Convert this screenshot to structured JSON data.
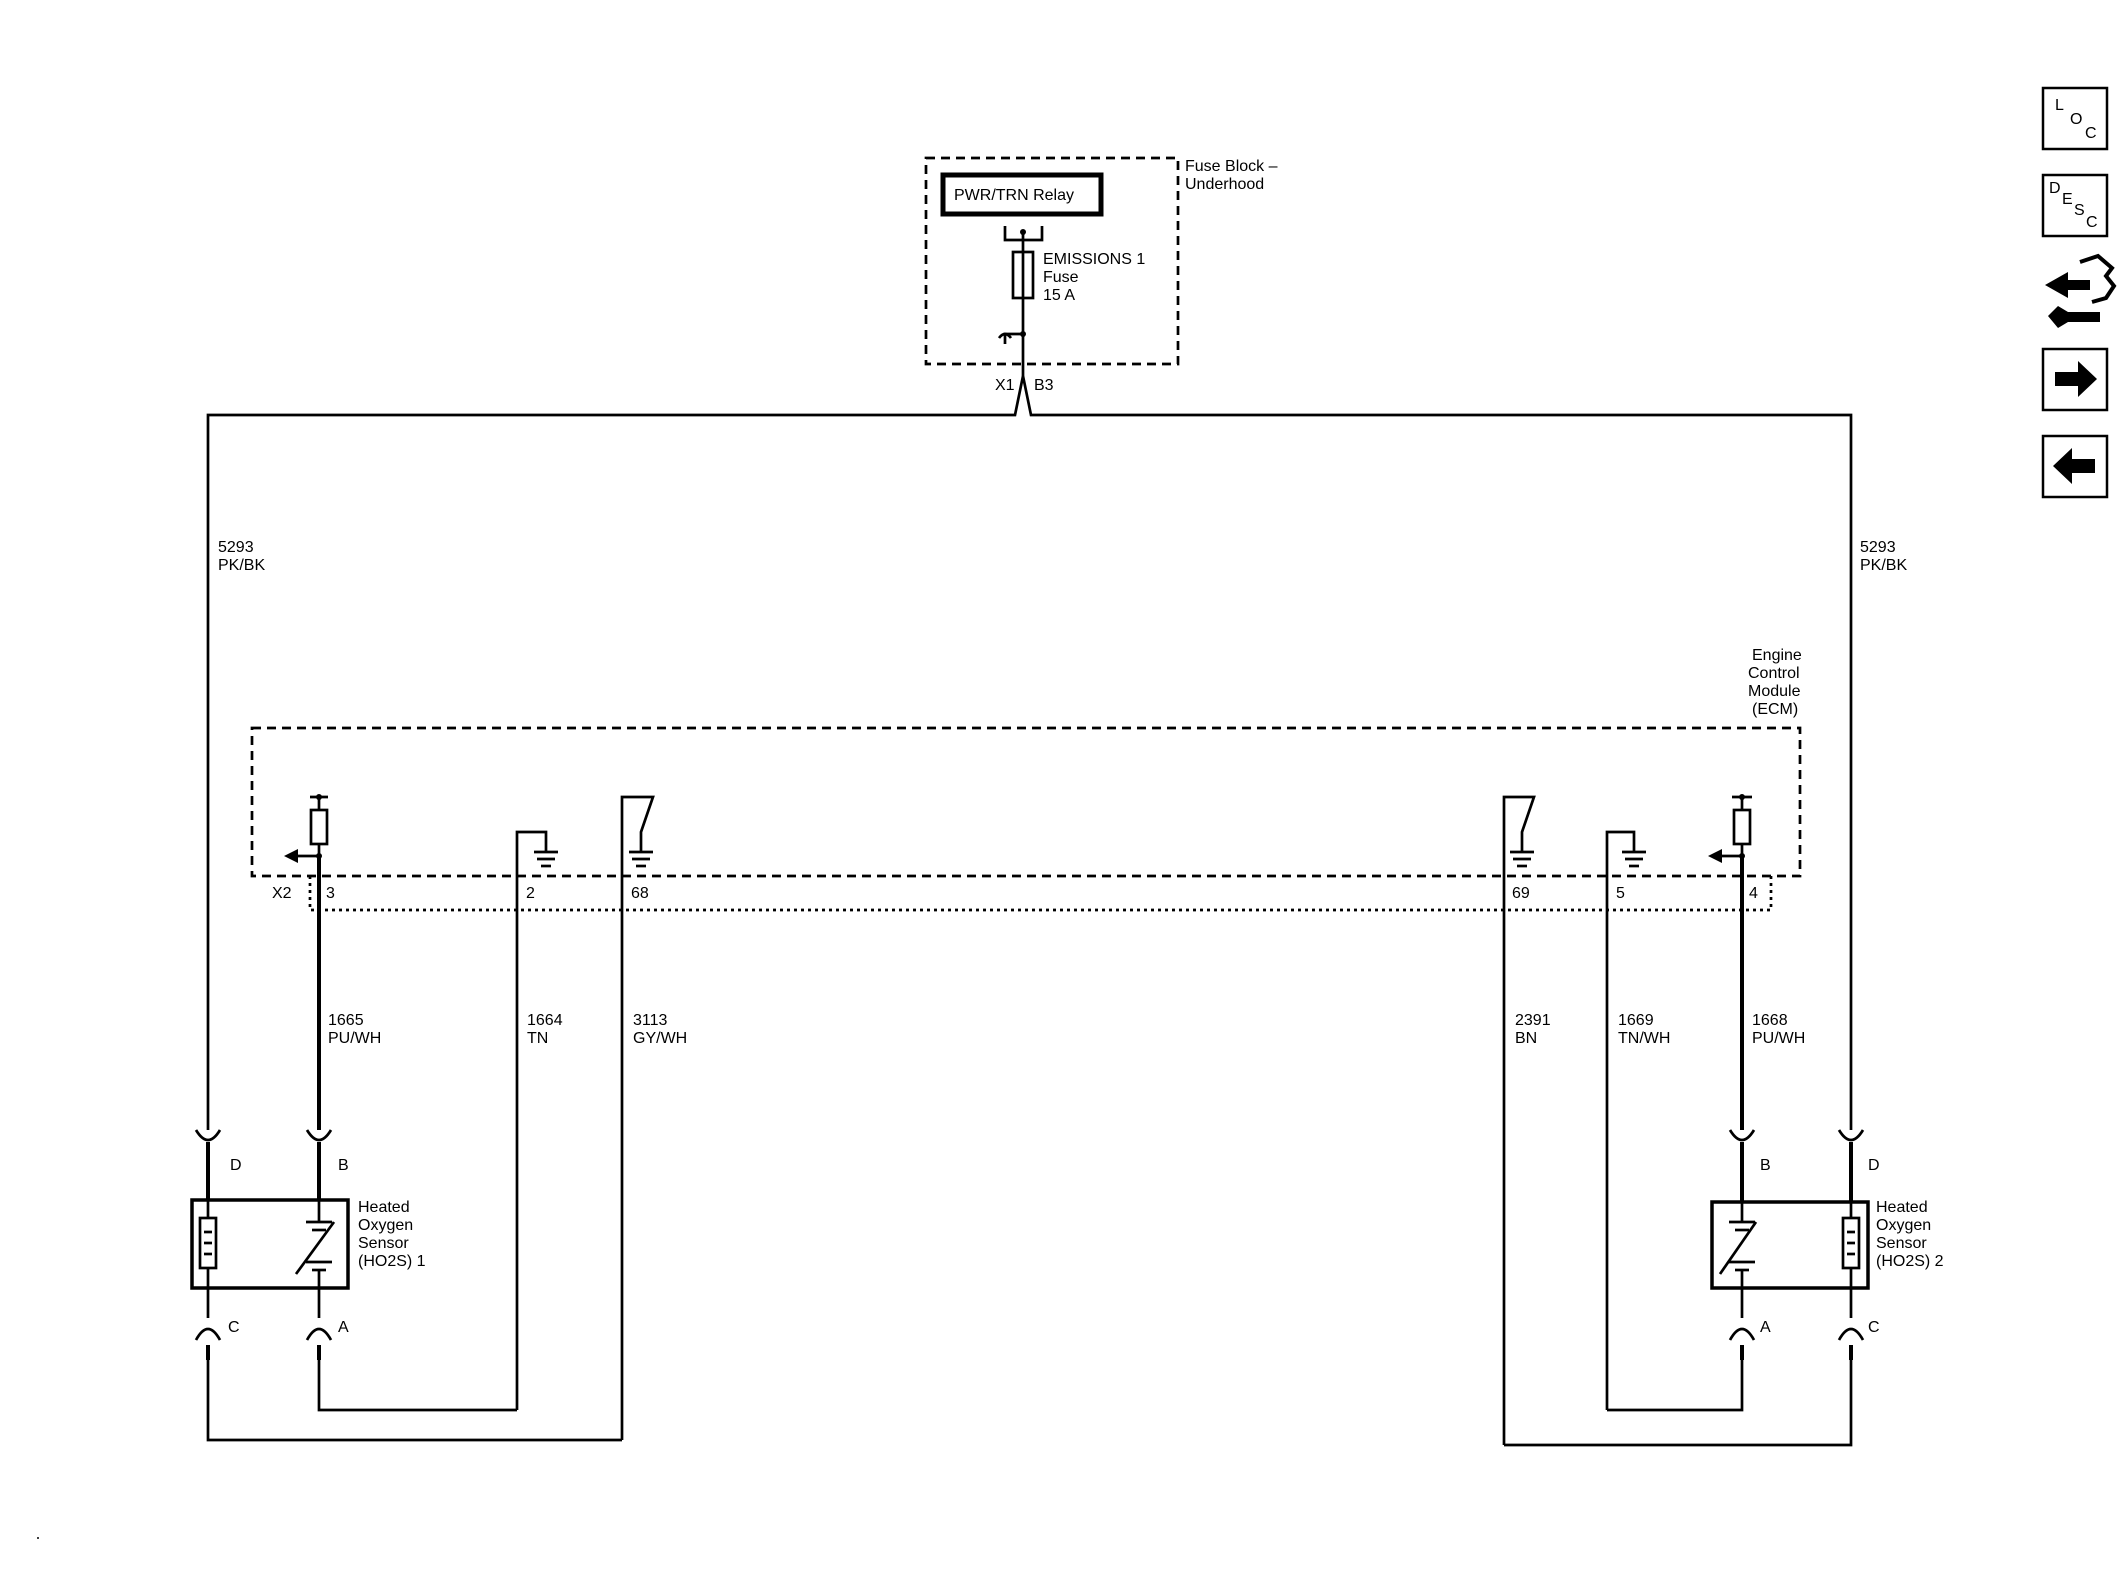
{
  "nav_buttons": [
    {
      "name": "loc-button",
      "letters": [
        "L",
        "O",
        "C"
      ]
    },
    {
      "name": "desc-button",
      "letters": [
        "D",
        "E",
        "S",
        "C"
      ]
    },
    {
      "name": "connector-repair-button",
      "icon": "connector-tool-icon"
    },
    {
      "name": "next-page-button",
      "icon": "arrow-right-icon"
    },
    {
      "name": "previous-page-button",
      "icon": "arrow-left-icon"
    }
  ],
  "fuse_block": {
    "title_line1": "Fuse Block –",
    "title_line2": "Underhood",
    "relay_label": "PWR/TRN Relay",
    "fuse_name": "EMISSIONS 1",
    "fuse_type": "Fuse",
    "fuse_rating": "15 A",
    "connector": "X1",
    "pin": "B3"
  },
  "ecm": {
    "label_lines": [
      "Engine",
      "Control",
      "Module",
      "(ECM)"
    ],
    "connector": "X2",
    "pins": [
      "3",
      "2",
      "68",
      "69",
      "5",
      "4"
    ]
  },
  "wires": [
    {
      "circuit": "5293",
      "color": "PK/BK"
    },
    {
      "circuit": "5293",
      "color": "PK/BK"
    },
    {
      "circuit": "1665",
      "color": "PU/WH"
    },
    {
      "circuit": "1664",
      "color": "TN"
    },
    {
      "circuit": "3113",
      "color": "GY/WH"
    },
    {
      "circuit": "2391",
      "color": "BN"
    },
    {
      "circuit": "1669",
      "color": "TN/WH"
    },
    {
      "circuit": "1668",
      "color": "PU/WH"
    }
  ],
  "sensor1": {
    "label_lines": [
      "Heated",
      "Oxygen",
      "Sensor",
      "(HO2S) 1"
    ],
    "pins": [
      "D",
      "B",
      "C",
      "A"
    ]
  },
  "sensor2": {
    "label_lines": [
      "Heated",
      "Oxygen",
      "Sensor",
      "(HO2S) 2"
    ],
    "pins": [
      "B",
      "D",
      "A",
      "C"
    ]
  }
}
